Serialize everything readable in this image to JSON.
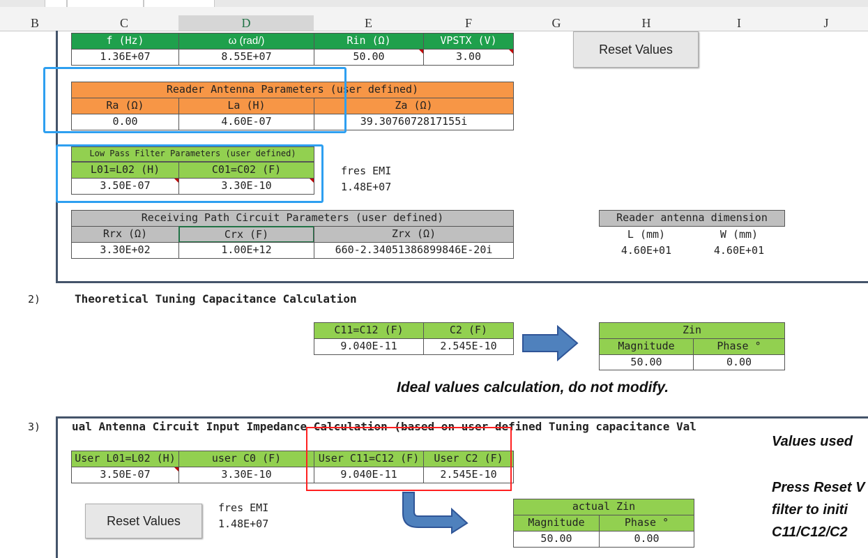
{
  "columns": [
    "B",
    "C",
    "D",
    "E",
    "F",
    "G",
    "H",
    "I",
    "J"
  ],
  "selected_column": "D",
  "row_numbers": {
    "r2": "2)",
    "r3": "3)"
  },
  "section1": {
    "params_headers": [
      "f (Hz)",
      "ω (rad/)",
      "Rin (Ω)",
      "VPSTX (V)"
    ],
    "params_values": [
      "1.36E+07",
      "8.55E+07",
      "50.00",
      "3.00"
    ],
    "reset_button": "Reset Values",
    "reader_antenna": {
      "title": "Reader Antenna Parameters (user defined)",
      "headers": [
        "Ra (Ω)",
        "La (H)",
        "Za  (Ω)"
      ],
      "values": [
        "0.00",
        "4.60E-07",
        "39.3076072817155i"
      ]
    },
    "lpf": {
      "title": "Low Pass Filter Parameters (user defined)",
      "headers": [
        "L01=L02 (H)",
        "C01=C02 (F)"
      ],
      "values": [
        "3.50E-07",
        "3.30E-10"
      ]
    },
    "fres": {
      "label": "fres EMI",
      "value": "1.48E+07"
    },
    "receiving": {
      "title": "Receiving Path Circuit Parameters (user defined)",
      "headers": [
        "Rrx  (Ω)",
        "Crx (F)",
        "Zrx  (Ω)"
      ],
      "values": [
        "3.30E+02",
        "1.00E+12",
        "660-2.34051386899846E-20i"
      ]
    },
    "dimension": {
      "title": "Reader antenna dimension",
      "headers": [
        "L (mm)",
        "W (mm)"
      ],
      "values": [
        "4.60E+01",
        "4.60E+01"
      ]
    }
  },
  "section2": {
    "title": "Theoretical Tuning Capacitance Calculation",
    "cap_headers": [
      "C11=C12 (F)",
      "C2 (F)"
    ],
    "cap_values": [
      "9.040E-11",
      "2.545E-10"
    ],
    "zin": {
      "title": "Zin",
      "headers": [
        "Magnitude",
        "Phase °"
      ],
      "values": [
        "50.00",
        "0.00"
      ]
    },
    "note": "Ideal values calculation, do not modify."
  },
  "section3": {
    "title": "ual Antenna Circuit Input Impedance Calculation (based on user defined Tuning capacitance Val",
    "headers": [
      "User L01=L02 (H)",
      "user C0 (F)",
      "User C11=C12 (F)",
      "User C2 (F)"
    ],
    "values": [
      "3.50E-07",
      "3.30E-10",
      "9.040E-11",
      "2.545E-10"
    ],
    "reset_button": "Reset Values",
    "fres": {
      "label": "fres EMI",
      "value": "1.48E+07"
    },
    "actual_zin": {
      "title": "actual Zin",
      "headers": [
        "Magnitude",
        "Phase °"
      ],
      "values": [
        "50.00",
        "0.00"
      ]
    },
    "side_note_1": "Values used",
    "side_note_2a": "Press Reset V",
    "side_note_2b": "filter to initi",
    "side_note_2c": "C11/C12/C2"
  },
  "colors": {
    "green": "#92d050",
    "orange": "#f79646",
    "gray": "#bfbfbf",
    "arrow": "#4f81bd",
    "frame": "#44546a",
    "highlight_blue": "#2e9ff0",
    "highlight_red": "#ff2020"
  }
}
